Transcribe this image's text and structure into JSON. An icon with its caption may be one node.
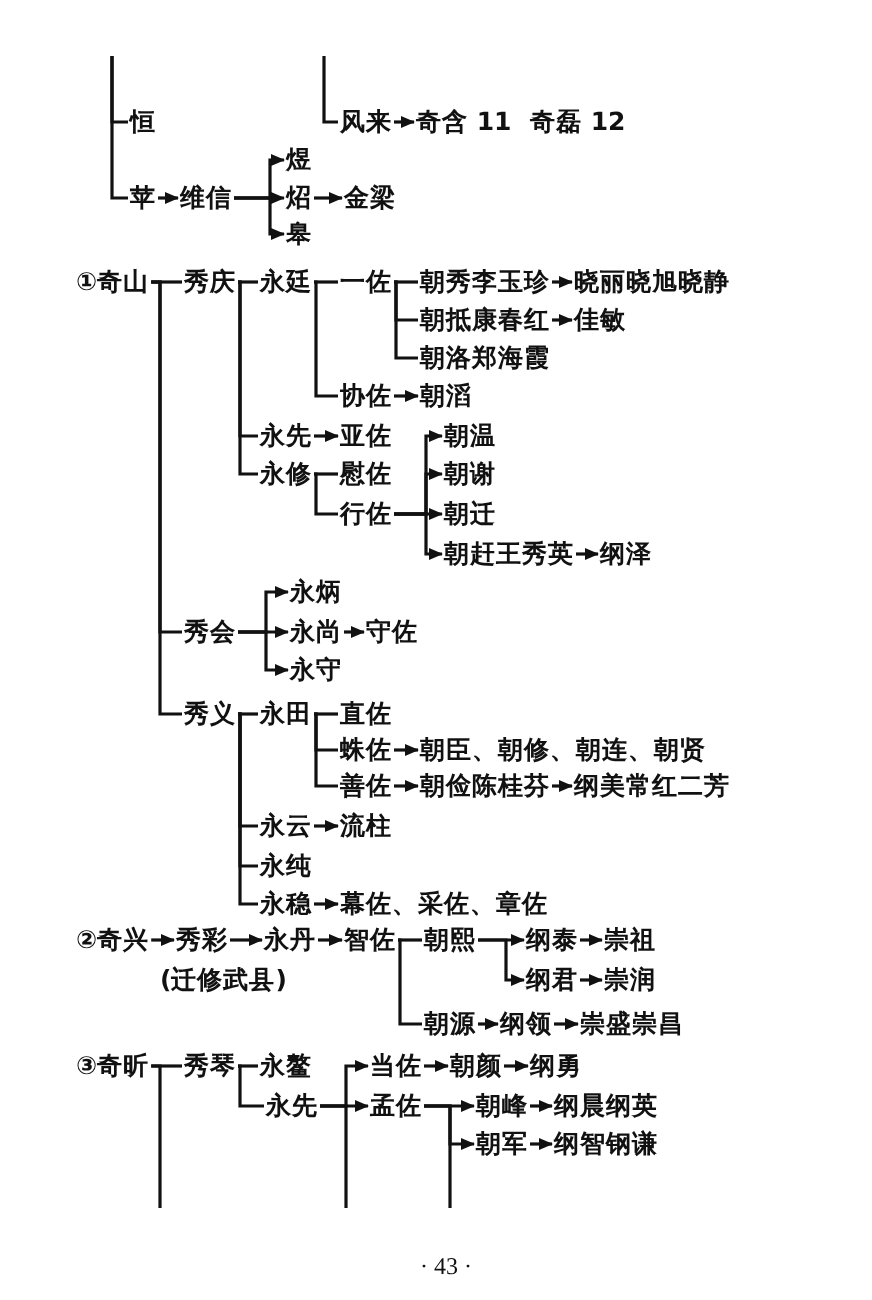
{
  "diagram": {
    "nodes": [
      {
        "text": [
          "恒"
        ]
      },
      {
        "text": [
          "风来"
        ]
      },
      {
        "text": [
          "奇含 11"
        ]
      },
      {
        "text": [
          "煜"
        ]
      },
      {
        "text": [
          "苹"
        ]
      },
      {
        "text": [
          "维信"
        ]
      },
      {
        "text": [
          "炤"
        ]
      },
      {
        "text": [
          "金梁"
        ]
      },
      {
        "text": [
          "皋"
        ]
      },
      {
        "text": [
          "①奇山"
        ]
      },
      {
        "text": [
          "秀庆"
        ]
      },
      {
        "text": [
          "永廷"
        ]
      },
      {
        "text": [
          "一佐"
        ]
      },
      {
        "text": [
          "朝秀李玉珍"
        ]
      },
      {
        "text": [
          "晓丽晓旭晓静"
        ]
      },
      {
        "text": [
          "朝抵康春红"
        ]
      },
      {
        "text": [
          "佳敏"
        ]
      },
      {
        "text": [
          "朝洛郑海霞"
        ]
      },
      {
        "text": [
          "协佐"
        ]
      },
      {
        "text": [
          "朝滔"
        ]
      },
      {
        "text": [
          "永先"
        ]
      },
      {
        "text": [
          "亚佐"
        ]
      },
      {
        "text": [
          "朝温"
        ]
      },
      {
        "text": [
          "永修"
        ]
      },
      {
        "text": [
          "慰佐"
        ]
      },
      {
        "text": [
          "朝谢"
        ]
      },
      {
        "text": [
          "行佐"
        ]
      },
      {
        "text": [
          "朝迁"
        ]
      },
      {
        "text": [
          "朝赶王秀英"
        ]
      },
      {
        "text": [
          "纲泽"
        ]
      },
      {
        "text": [
          "永炳"
        ]
      },
      {
        "text": [
          "秀会"
        ]
      },
      {
        "text": [
          "永尚"
        ]
      },
      {
        "text": [
          "守佐"
        ]
      },
      {
        "text": [
          "永守"
        ]
      },
      {
        "text": [
          "秀义"
        ]
      },
      {
        "text": [
          "永田"
        ]
      },
      {
        "text": [
          "直佐"
        ]
      },
      {
        "text": [
          "蛛佐"
        ]
      },
      {
        "text": [
          "朝臣、朝修、朝连、朝贤"
        ]
      },
      {
        "text": [
          "善佐"
        ]
      },
      {
        "text": [
          "朝俭陈桂芬"
        ]
      },
      {
        "text": [
          "纲美常红二芳"
        ]
      },
      {
        "text": [
          "永云"
        ]
      },
      {
        "text": [
          "流柱"
        ]
      },
      {
        "text": [
          "永纯"
        ]
      },
      {
        "text": [
          "永稳"
        ]
      },
      {
        "text": [
          "幕佐、采佐、章佐"
        ]
      },
      {
        "text": [
          "②奇兴"
        ]
      },
      {
        "text": [
          "秀彩"
        ],
        "beside": [
          "(迁修武县)"
        ]
      },
      {
        "text": [
          "永丹"
        ]
      },
      {
        "text": [
          "智佐"
        ]
      },
      {
        "text": [
          "朝熙"
        ]
      },
      {
        "text": [
          "纲泰"
        ]
      },
      {
        "text": [
          "崇祖"
        ]
      },
      {
        "text": [
          "纲君"
        ]
      },
      {
        "text": [
          "崇润"
        ]
      },
      {
        "text": [
          "朝源"
        ]
      },
      {
        "text": [
          "纲领"
        ]
      },
      {
        "text": [
          "崇盛崇昌"
        ]
      },
      {
        "text": [
          "③奇昕"
        ]
      },
      {
        "text": [
          "秀琴"
        ]
      },
      {
        "text": [
          "永鳌"
        ]
      },
      {
        "text": [
          "当佐"
        ]
      },
      {
        "text": [
          "朝颜"
        ]
      },
      {
        "text": [
          "纲勇"
        ]
      },
      {
        "text": [
          "永先"
        ]
      },
      {
        "text": [
          "孟佐"
        ]
      },
      {
        "text": [
          "朝峰"
        ]
      },
      {
        "text": [
          "纲晨纲英"
        ]
      },
      {
        "text": [
          "朝军"
        ]
      },
      {
        "text": [
          "纲智钢谦"
        ]
      }
    ],
    "edges": [
      {
        "from": null,
        "to": 0,
        "arrow": "none"
      },
      {
        "from": null,
        "to": 4,
        "arrow": "none"
      },
      {
        "from": null,
        "to": 1,
        "arrow": "none"
      },
      {
        "from": 1,
        "to": 2,
        "arrow": "to"
      },
      {
        "from": 4,
        "to": 5,
        "arrow": "to"
      },
      {
        "from": 5,
        "to": 3,
        "arrow": "to"
      },
      {
        "from": 5,
        "to": 6,
        "arrow": "to"
      },
      {
        "from": 5,
        "to": 8,
        "arrow": "to"
      },
      {
        "from": 6,
        "to": 7,
        "arrow": "to"
      },
      {
        "from": 9,
        "to": 10,
        "arrow": "none"
      },
      {
        "from": 9,
        "to": 31,
        "arrow": "none"
      },
      {
        "from": 9,
        "to": 35,
        "arrow": "none"
      },
      {
        "from": 10,
        "to": 11,
        "arrow": "none"
      },
      {
        "from": 10,
        "to": 20,
        "arrow": "none"
      },
      {
        "from": 10,
        "to": 23,
        "arrow": "none"
      },
      {
        "from": 11,
        "to": 12,
        "arrow": "none"
      },
      {
        "from": 11,
        "to": 18,
        "arrow": "none"
      },
      {
        "from": 12,
        "to": 13,
        "arrow": "none"
      },
      {
        "from": 12,
        "to": 15,
        "arrow": "none"
      },
      {
        "from": 12,
        "to": 17,
        "arrow": "none"
      },
      {
        "from": 13,
        "to": 14,
        "arrow": "to"
      },
      {
        "from": 15,
        "to": 16,
        "arrow": "to"
      },
      {
        "from": 18,
        "to": 19,
        "arrow": "to"
      },
      {
        "from": 20,
        "to": 21,
        "arrow": "to"
      },
      {
        "from": 23,
        "to": 24,
        "arrow": "none"
      },
      {
        "from": 23,
        "to": 26,
        "arrow": "none"
      },
      {
        "from": 26,
        "to": 22,
        "arrow": "to"
      },
      {
        "from": 26,
        "to": 25,
        "arrow": "to"
      },
      {
        "from": 26,
        "to": 27,
        "arrow": "to"
      },
      {
        "from": 26,
        "to": 28,
        "arrow": "to"
      },
      {
        "from": 28,
        "to": 29,
        "arrow": "to"
      },
      {
        "from": 31,
        "to": 30,
        "arrow": "to"
      },
      {
        "from": 31,
        "to": 32,
        "arrow": "to"
      },
      {
        "from": 31,
        "to": 34,
        "arrow": "to"
      },
      {
        "from": 32,
        "to": 33,
        "arrow": "to"
      },
      {
        "from": 35,
        "to": 36,
        "arrow": "none"
      },
      {
        "from": 35,
        "to": 43,
        "arrow": "none"
      },
      {
        "from": 35,
        "to": 45,
        "arrow": "none"
      },
      {
        "from": 35,
        "to": 46,
        "arrow": "none"
      },
      {
        "from": 36,
        "to": 37,
        "arrow": "none"
      },
      {
        "from": 36,
        "to": 38,
        "arrow": "none"
      },
      {
        "from": 36,
        "to": 40,
        "arrow": "none"
      },
      {
        "from": 38,
        "to": 39,
        "arrow": "to"
      },
      {
        "from": 40,
        "to": 41,
        "arrow": "to"
      },
      {
        "from": 41,
        "to": 42,
        "arrow": "to"
      },
      {
        "from": 43,
        "to": 44,
        "arrow": "to"
      },
      {
        "from": 46,
        "to": 47,
        "arrow": "to"
      },
      {
        "from": 48,
        "to": 49,
        "arrow": "to"
      },
      {
        "from": 49,
        "to": 50,
        "arrow": "to"
      },
      {
        "from": 50,
        "to": 51,
        "arrow": "to"
      },
      {
        "from": 51,
        "to": 52,
        "arrow": "none"
      },
      {
        "from": 51,
        "to": 57,
        "arrow": "none"
      },
      {
        "from": 52,
        "to": 53,
        "arrow": "to"
      },
      {
        "from": 52,
        "to": 55,
        "arrow": "to"
      },
      {
        "from": 53,
        "to": 54,
        "arrow": "to"
      },
      {
        "from": 55,
        "to": 56,
        "arrow": "to"
      },
      {
        "from": 57,
        "to": 58,
        "arrow": "to"
      },
      {
        "from": 58,
        "to": 59,
        "arrow": "to"
      },
      {
        "from": 60,
        "to": 61,
        "arrow": "none"
      },
      {
        "from": 60,
        "to": null,
        "arrow": "none"
      },
      {
        "from": 61,
        "to": 62,
        "arrow": "none"
      },
      {
        "from": 61,
        "to": 66,
        "arrow": "none"
      },
      {
        "from": 66,
        "to": 63,
        "arrow": "to"
      },
      {
        "from": 66,
        "to": 67,
        "arrow": "to"
      },
      {
        "from": 66,
        "to": null,
        "arrow": "none"
      },
      {
        "from": 63,
        "to": 64,
        "arrow": "to"
      },
      {
        "from": 64,
        "to": 65,
        "arrow": "to"
      },
      {
        "from": 67,
        "to": 68,
        "arrow": "to"
      },
      {
        "from": 67,
        "to": 70,
        "arrow": "to"
      },
      {
        "from": 67,
        "to": null,
        "arrow": "none"
      },
      {
        "from": 68,
        "to": 69,
        "arrow": "to"
      },
      {
        "from": 70,
        "to": 71,
        "arrow": "to"
      }
    ],
    "labels": [
      "奇磊 12",
      "· 43 ·"
    ]
  }
}
